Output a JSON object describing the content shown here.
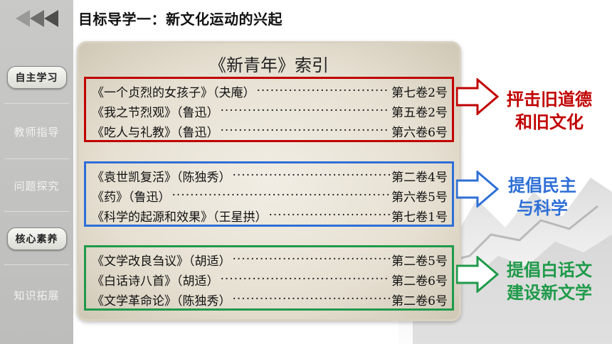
{
  "title": "目标导学一：新文化运动的兴起",
  "sidebar": {
    "items": [
      {
        "label": "自主学习",
        "active": true
      },
      {
        "label": "教师指导",
        "active": false
      },
      {
        "label": "问题探究",
        "active": false
      },
      {
        "label": "核心素养",
        "active": true
      },
      {
        "label": "知识拓展",
        "active": false
      }
    ]
  },
  "card": {
    "title": "《新青年》索引",
    "groups": [
      {
        "color": "#c00000",
        "label_line1": "抨击旧道德",
        "label_line2": "和旧文化",
        "rows": [
          {
            "book": "《一个贞烈的女孩子》（夬庵）",
            "vol": "第七卷2号"
          },
          {
            "book": "《我之节烈观》（鲁迅）",
            "vol": "第五卷2号"
          },
          {
            "book": "《吃人与礼教》（鲁迅）",
            "vol": "第六卷6号"
          }
        ]
      },
      {
        "color": "#2e6fd6",
        "label_line1": "提倡民主",
        "label_line2": "与科学",
        "rows": [
          {
            "book": "《袁世凯复活》（陈独秀）",
            "vol": "第二卷4号"
          },
          {
            "book": "《药》（鲁迅）",
            "vol": "第六卷5号"
          },
          {
            "book": "《科学的起源和效果》（王星拱）",
            "vol": "第七卷1号"
          }
        ]
      },
      {
        "color": "#1f9a4a",
        "label_line1": "提倡白话文",
        "label_line2": "建设新文学",
        "rows": [
          {
            "book": "《文学改良刍议》（胡适）",
            "vol": "第二卷5号"
          },
          {
            "book": "《白话诗八首》（胡适）",
            "vol": "第二卷6号"
          },
          {
            "book": "《文学革命论》（陈独秀）",
            "vol": "第二卷6号"
          }
        ]
      }
    ]
  },
  "colors": {
    "red": "#c00000",
    "blue": "#2e6fd6",
    "green": "#1f9a4a",
    "sidebar": "#c4c4c2"
  },
  "icons": {
    "back": "triple-chevron-left-icon"
  }
}
